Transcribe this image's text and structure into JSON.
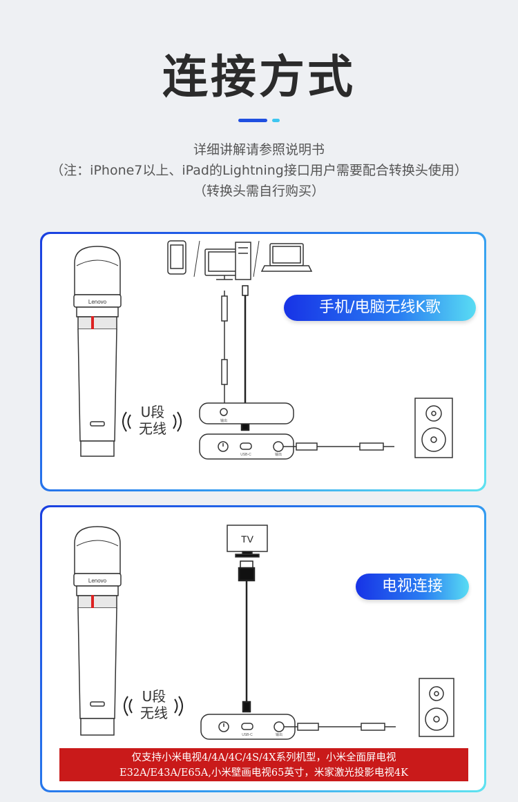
{
  "header": {
    "title": "连接方式",
    "line1": "详细讲解请参照说明书",
    "line2": "（注：iPhone7以上、iPad的Lightning接口用户需要配合转换头使用）",
    "line3": "（转换头需自行购买）"
  },
  "panel1": {
    "badge": "手机/电脑无线K歌",
    "wireless_line1": "U段",
    "wireless_line2": "无线",
    "mic_brand": "Lenovo",
    "receiver_port_top": "输出",
    "receiver_port_usb": "USB-C",
    "receiver_port_out": "输出"
  },
  "panel2": {
    "badge": "电视连接",
    "tv_label": "TV",
    "wireless_line1": "U段",
    "wireless_line2": "无线",
    "mic_brand": "Lenovo",
    "receiver_port_usb": "USB-C",
    "receiver_port_out": "输出",
    "note_line1": "仅支持小米电视4/4A/4C/4S/4X系列机型，小米全面屏电视",
    "note_line2": "E32A/E43A/E65A,小米壁画电视65英寸，米家激光投影电视4K"
  },
  "colors": {
    "accent_dark": "#1733e6",
    "accent_light": "#59dcf3",
    "banner_red": "#c91a1a"
  }
}
